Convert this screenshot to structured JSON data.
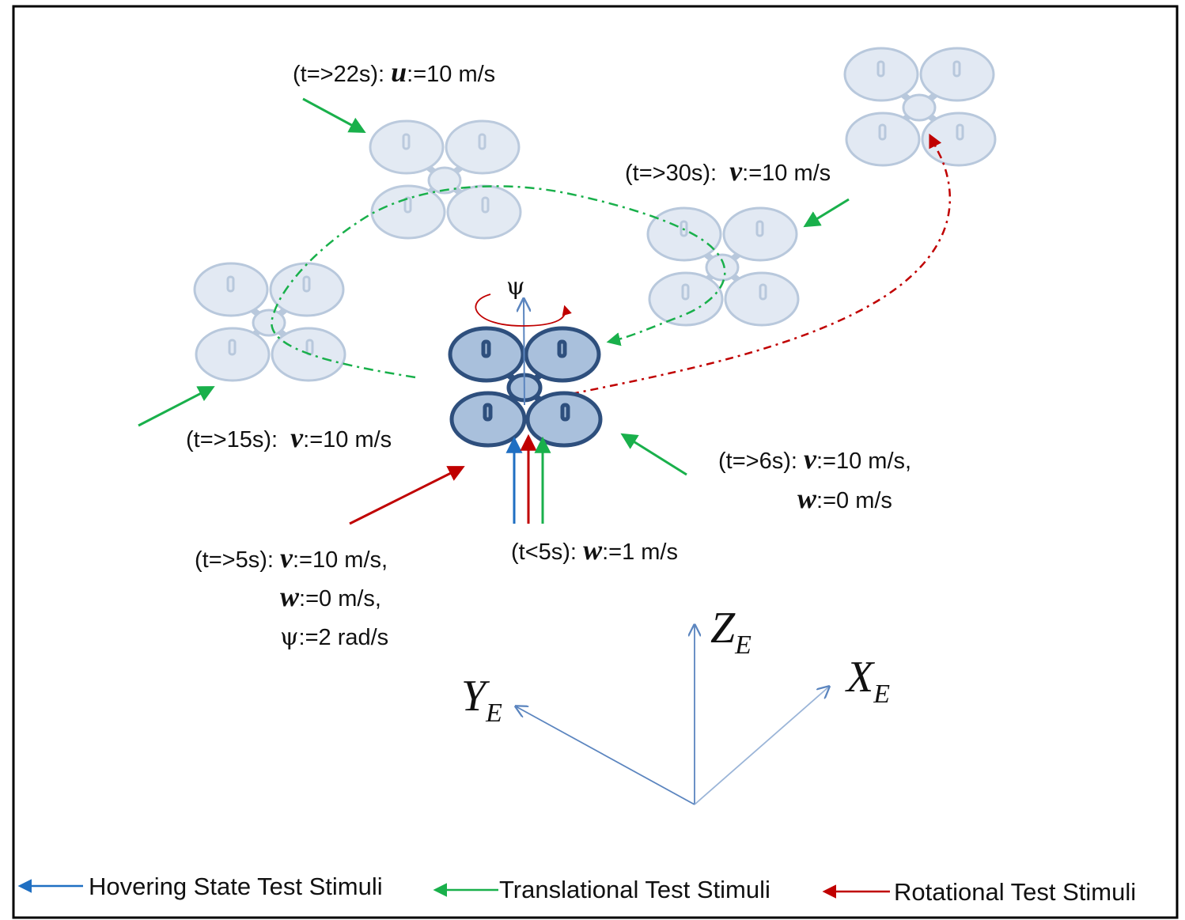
{
  "labels": {
    "t22": {
      "prefix": "(t=>22s): ",
      "var": "u",
      "suffix": ":=10 m/s"
    },
    "t30": {
      "prefix": "(t=>30s):  ",
      "var": "v",
      "suffix": ":=10 m/s"
    },
    "t15": {
      "prefix": "(t=>15s):  ",
      "var": "v",
      "suffix": ":=10 m/s"
    },
    "t6_line1": {
      "prefix": "(t=>6s): ",
      "var": "v",
      "suffix": ":=10 m/s,"
    },
    "t6_line2": {
      "var": "w",
      "suffix": ":=0 m/s"
    },
    "t5_line1": {
      "prefix": "(t=>5s): ",
      "var": "v",
      "suffix": ":=10 m/s,"
    },
    "t5_line2": {
      "var": "w",
      "suffix": ":=0 m/s,"
    },
    "t5_line3": {
      "psi": "ψ",
      "suffix": ":=2 rad/s"
    },
    "tlt5": {
      "prefix": "(t<5s): ",
      "var": "w",
      "suffix": ":=1 m/s"
    },
    "yaw_symbol": "ψ"
  },
  "axes": {
    "z": {
      "main": "Z",
      "sub": "E"
    },
    "x": {
      "main": "X",
      "sub": "E"
    },
    "y": {
      "main": "Y",
      "sub": "E"
    }
  },
  "legend": [
    {
      "label": "Hovering State Test Stimuli",
      "color": "#1f6fc2"
    },
    {
      "label": "Translational Test Stimuli",
      "color": "#19b04b"
    },
    {
      "label": "Rotational Test Stimuli",
      "color": "#c00000"
    }
  ],
  "colors": {
    "hover": "#1f6fc2",
    "translational": "#19b04b",
    "rotational": "#c00000",
    "drone_fill": "#a9c0dc",
    "drone_stroke": "#2e4f7d",
    "ghost_fill": "#e2e9f3",
    "ghost_stroke": "#b8c8dc",
    "axis": "#5b85bf"
  }
}
